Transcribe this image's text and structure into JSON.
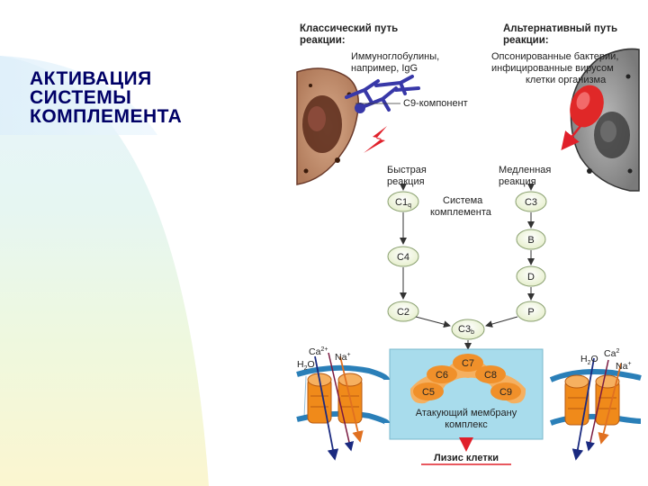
{
  "slide": {
    "title_lines": [
      "АКТИВАЦИЯ",
      "СИСТЕМЫ",
      "КОМПЛЕМЕНТА"
    ]
  },
  "diagram": {
    "classic_path": [
      "Классический путь",
      "реакции:"
    ],
    "alternative_path": [
      "Альтернативный путь",
      "реакции:"
    ],
    "immunoglobulins": [
      "Иммуноглобулины,",
      "например, IgG"
    ],
    "opsonized": [
      "Опсонированные бактерии,",
      "инфицированные вирусом",
      "клетки организма"
    ],
    "c9_component": "С9-компонент",
    "fast_reaction": [
      "Быстрая",
      "реакция"
    ],
    "slow_reaction": [
      "Медленная",
      "реакция"
    ],
    "complement_system": [
      "Система",
      "комплемента"
    ],
    "left_nodes": [
      "С4",
      "С2"
    ],
    "c1q": {
      "base": "С1",
      "sub": "q"
    },
    "right_nodes": [
      "С3",
      "В",
      "D",
      "Р"
    ],
    "c3b": {
      "base": "С3",
      "sub": "b"
    },
    "mac_components": [
      "С7",
      "С6",
      "С8",
      "С5",
      "С9"
    ],
    "mac_label": [
      "Атакующий мембрану",
      "комплекс"
    ],
    "lysis": "Лизис клетки",
    "ions_left": {
      "ca": "Ca",
      "ca_sup": "2+",
      "na": "Na",
      "na_sup": "+",
      "h2o_h": "H",
      "h2o_2": "2",
      "h2o_o": "O"
    },
    "ions_right": {
      "ca": "Ca",
      "ca_sup": "2",
      "na": "Na",
      "na_sup": "+",
      "h2o_h": "H",
      "h2o_2": "2",
      "h2o_o": "O"
    },
    "colors": {
      "title": "#000066",
      "arrow_red": "#e0202a",
      "node_fill": "#f4f6dc",
      "node_stroke": "#8aa070",
      "mac_box": "#a8dcec",
      "mac_blob": "#f0902a",
      "mac_outer": "#f5b060",
      "membrane": "#2a7fb8",
      "channel": "#f08a1a",
      "cell_left": "#c89878",
      "cell_right": "#9a9a9a",
      "antibody": "#3838a8",
      "bacterium": "#e02828"
    },
    "icons": [
      "left-cell-icon",
      "right-cell-icon",
      "antibody-icon",
      "bacterium-icon",
      "lightning-icon",
      "ion-channel-icon"
    ]
  }
}
